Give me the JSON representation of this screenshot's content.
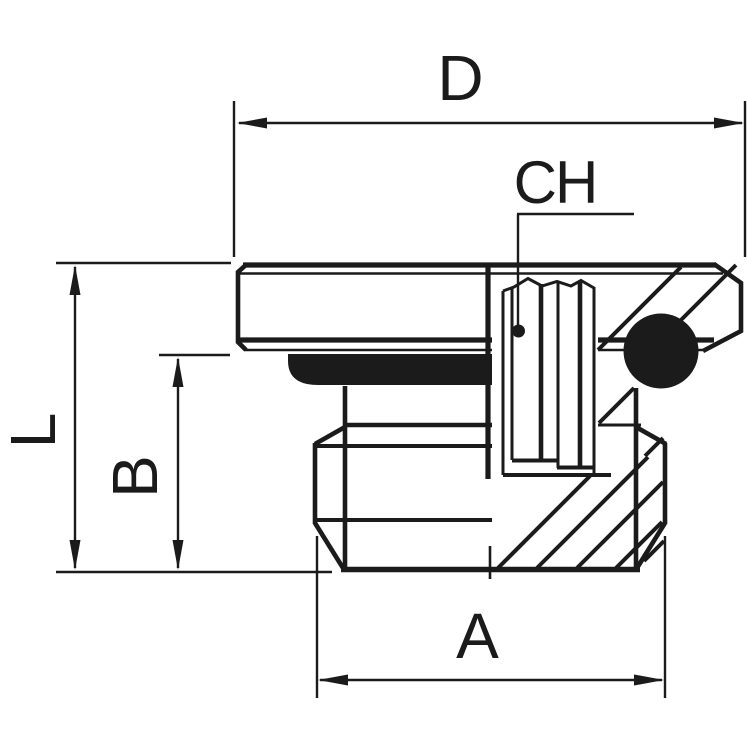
{
  "drawing": {
    "kind": "technical-section-drawing",
    "labels": {
      "head_diameter": "D",
      "socket_size": "CH",
      "total_height": "L",
      "body_height": "B",
      "hex_width": "A"
    },
    "colors": {
      "ink": "#1b1b1b",
      "background": "#ffffff"
    }
  }
}
